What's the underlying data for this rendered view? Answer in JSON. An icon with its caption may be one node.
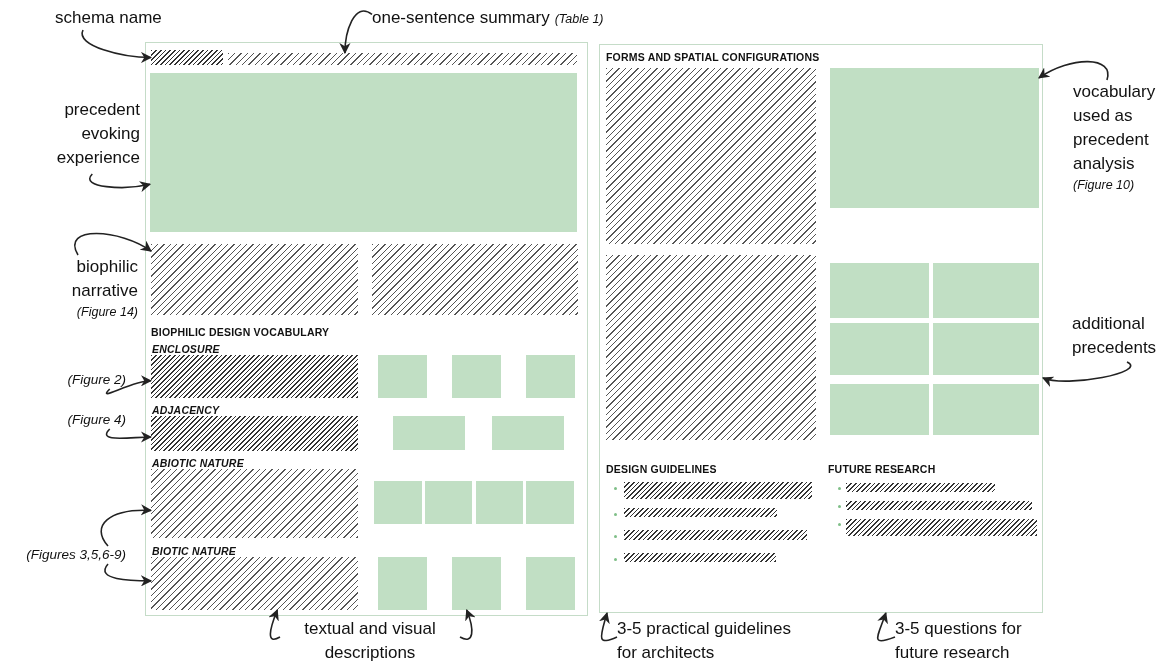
{
  "diagram": {
    "nodes": [
      {
        "text": [
          "schema name"
        ]
      },
      {
        "text": [
          "one-sentence summary",
          "(Table 1)"
        ]
      },
      {
        "text": [],
        "shape": "box"
      },
      {
        "text": [],
        "shape": "box",
        "in": 2
      },
      {
        "text": [],
        "shape": "box",
        "in": 2
      },
      {
        "text": [
          "precedent evoking experience"
        ]
      },
      {
        "text": [],
        "shape": "box",
        "in": 2
      },
      {
        "text": [
          "biophilic narrative",
          "(Figure 14)"
        ]
      },
      {
        "text": [],
        "shape": "box",
        "in": 2
      },
      {
        "text": [
          "(Figure 2)"
        ]
      },
      {
        "text": [],
        "shape": "box",
        "in": 2
      },
      {
        "text": [
          "(Figure 4)"
        ]
      },
      {
        "text": [],
        "shape": "box",
        "in": 2
      },
      {
        "text": [
          "(Figures 3,5,6-9)"
        ]
      },
      {
        "text": [],
        "shape": "box",
        "in": 2
      },
      {
        "text": [],
        "shape": "box",
        "in": 2
      },
      {
        "text": [],
        "shape": "box",
        "in": 2
      },
      {
        "text": [
          "textual and visual descriptions"
        ]
      },
      {
        "text": [],
        "shape": "box"
      },
      {
        "text": [],
        "shape": "box",
        "in": 18
      },
      {
        "text": [
          "vocabulary used as precedent analysis",
          "(Figure 10)"
        ]
      },
      {
        "text": [
          "additional precedents"
        ]
      },
      {
        "text": [
          "3-5 practical guidelines for architects"
        ]
      },
      {
        "text": [
          "3-5 questions for future research"
        ]
      },
      {
        "text": [],
        "shape": "box",
        "in": 2
      },
      {
        "text": [],
        "shape": "box",
        "in": 2
      },
      {
        "text": [],
        "shape": "box",
        "in": 2
      },
      {
        "text": [],
        "shape": "box",
        "in": 2
      },
      {
        "text": [],
        "shape": "box",
        "in": 2
      },
      {
        "text": [],
        "shape": "box",
        "in": 2
      },
      {
        "text": [],
        "shape": "box",
        "in": 2
      },
      {
        "text": [],
        "shape": "box",
        "in": 2
      },
      {
        "text": [],
        "shape": "box",
        "in": 2
      },
      {
        "text": [],
        "shape": "box",
        "in": 2
      },
      {
        "text": [],
        "shape": "box",
        "in": 2
      },
      {
        "text": [],
        "shape": "box",
        "in": 2
      },
      {
        "text": [],
        "shape": "box",
        "in": 18
      },
      {
        "text": [],
        "shape": "box",
        "in": 18
      },
      {
        "text": [],
        "shape": "box",
        "in": 18
      },
      {
        "text": [],
        "shape": "box",
        "in": 18
      },
      {
        "text": [],
        "shape": "box",
        "in": 18
      },
      {
        "text": [],
        "shape": "box",
        "in": 18
      },
      {
        "text": [],
        "shape": "box",
        "in": 18
      },
      {
        "text": [],
        "shape": "box",
        "in": 18
      },
      {
        "text": [],
        "shape": "box",
        "in": 18
      },
      {
        "text": [],
        "shape": "box",
        "in": 18
      },
      {
        "text": [],
        "shape": "box",
        "in": 18
      },
      {
        "text": [],
        "shape": "box",
        "in": 18
      },
      {
        "text": [],
        "shape": "box",
        "in": 18
      },
      {
        "text": [],
        "shape": "box",
        "in": 18
      },
      {
        "text": [],
        "shape": "box",
        "in": 18
      }
    ],
    "edges": [
      {
        "from": 0,
        "to": 3,
        "arrow": "to"
      },
      {
        "from": 1,
        "to": 4,
        "arrow": "to"
      },
      {
        "from": 5,
        "to": 6,
        "arrow": "to"
      },
      {
        "from": 7,
        "to": 8,
        "arrow": "to"
      },
      {
        "from": 9,
        "to": 10,
        "arrow": "to"
      },
      {
        "from": 11,
        "to": 12,
        "arrow": "to"
      },
      {
        "from": 13,
        "to": 14,
        "arrow": "to"
      },
      {
        "from": 13,
        "to": 15,
        "arrow": "to"
      },
      {
        "from": 17,
        "to": 15,
        "arrow": "to"
      },
      {
        "from": 17,
        "to": 16,
        "arrow": "to"
      },
      {
        "from": 20,
        "to": 19,
        "arrow": "to"
      },
      {
        "from": 21,
        "to": 18,
        "arrow": "to"
      },
      {
        "from": 22,
        "to": 18,
        "arrow": "to"
      },
      {
        "from": 23,
        "to": 18,
        "arrow": "to"
      }
    ],
    "labels": [
      "BIOPHILIC DESIGN VOCABULARY",
      "ENCLOSURE",
      "ADJACENCY",
      "ABIOTIC NATURE",
      "BIOTIC NATURE",
      "FORMS AND SPATIAL CONFIGURATIONS",
      "DESIGN GUIDELINES",
      "FUTURE RESEARCH"
    ]
  }
}
